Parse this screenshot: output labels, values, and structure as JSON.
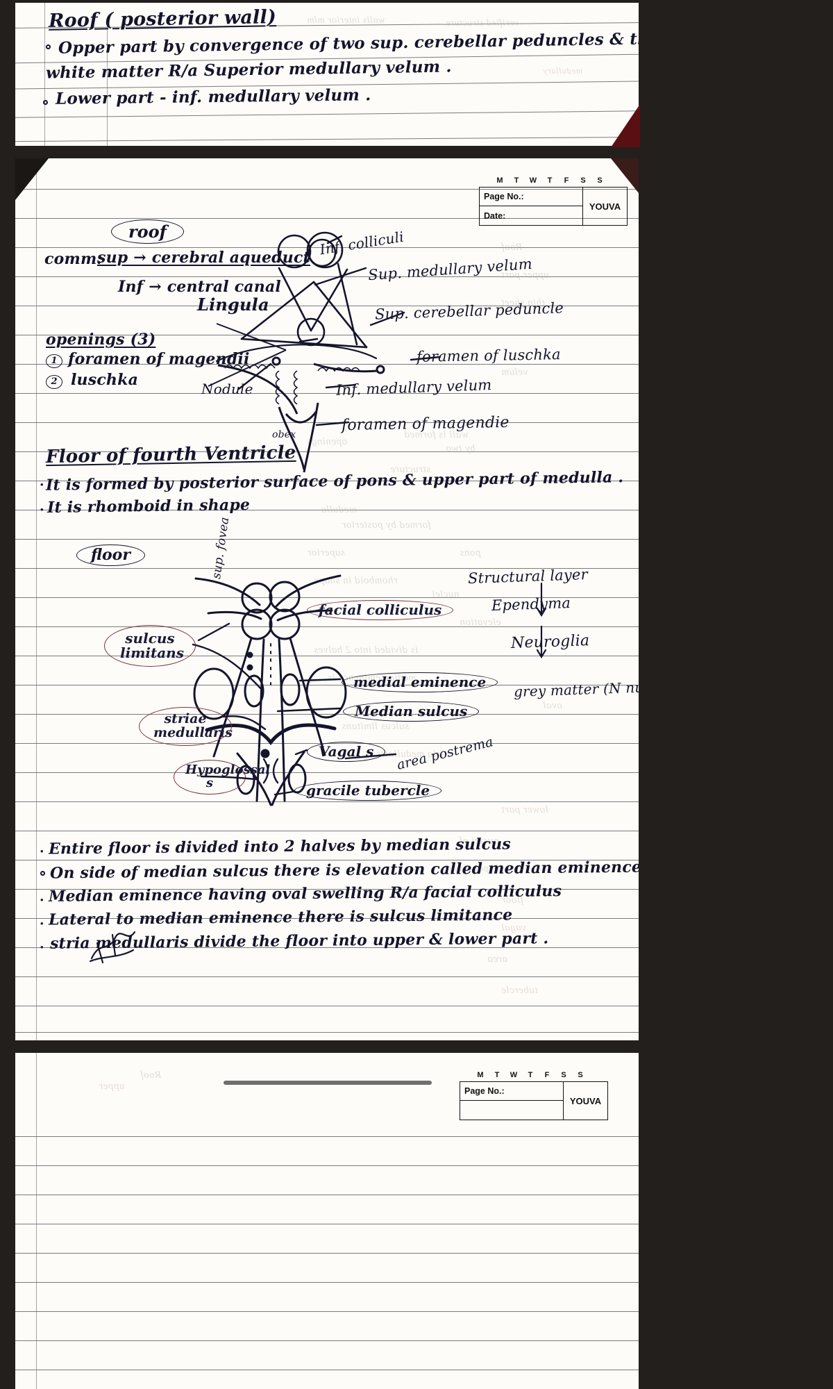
{
  "document": {
    "title": "Handwritten anatomy notes - Fourth ventricle",
    "brand": "YOUVA",
    "header": {
      "days": [
        "M",
        "T",
        "W",
        "T",
        "F",
        "S",
        "S"
      ],
      "page_no_label": "Page No.:",
      "date_label": "Date:"
    }
  },
  "top_page": {
    "heading": "Roof ( posterior wall)",
    "bullets": [
      "Opper part by convergence of two sup. cerebellar peduncles  & thin sheet of",
      "white matter R/a   Superior medullary velum .",
      "Lower part  -   inf. medullary velum ."
    ]
  },
  "main_page": {
    "roof_label": "roof",
    "comm_label": "comm:",
    "comm_lines": [
      "sup  →  cerebral aqueduct",
      "Inf  →  central canal"
    ],
    "lingula": "Lingula",
    "openings_heading": "openings (3)",
    "openings": [
      {
        "num": "1",
        "text": "foramen of magendii"
      },
      {
        "num": "2",
        "text": "luschka"
      }
    ],
    "roof_diagram_labels": [
      "Inf. colliculi",
      "Sup. medullary velum",
      "Sup. cerebellar peduncle",
      "foramen of luschka",
      "Inf. medullary velum",
      "foramen of magendie",
      "Nodule",
      "obex"
    ],
    "floor_heading": "Floor of fourth Ventricle",
    "floor_bullets": [
      "It is formed by posterior surface of pons & upper part of medulla .",
      "It is rhomboid in shape"
    ],
    "floor_label": "floor",
    "floor_diagram_labels": {
      "sup_fovea": "sup. fovea",
      "sulcus_limitans": "sulcus\nlimitans",
      "facial_colliculus": "facial colliculus",
      "medial_eminence": "medial eminence",
      "median_sulcus": "Median sulcus",
      "striae_medullaris": "striae\nmedullaris",
      "vagal_s": "Vagal s",
      "hypoglossal_s": "Hypoglossal\ns",
      "gracile_tubercle": "gracile tubercle",
      "area_postrema": "area postrema"
    },
    "right_column": [
      "Structural layer",
      "Ependyma",
      "Neuroglia",
      "grey matter (N nuclei)"
    ],
    "bottom_bullets": [
      "Entire floor is divided into 2 halves by median sulcus",
      "On side of median sulcus there is elevation called median eminence",
      "Median eminence having oval swelling R/a facial colliculus",
      "Lateral to median eminence there is sulcus limitance",
      "stria medullaris divide the floor into upper & lower part ."
    ]
  },
  "bottom_page": {
    "header": {
      "days": [
        "M",
        "T",
        "W",
        "T",
        "F",
        "S",
        "S"
      ],
      "page_no_label": "Page No.:",
      "brand": "YOUVA"
    }
  },
  "colors": {
    "background": "#231f1d",
    "paper": "#fdfcf8",
    "ink": "#14142c",
    "rule": "#4a4a52",
    "red_ink": "#7d3040"
  }
}
